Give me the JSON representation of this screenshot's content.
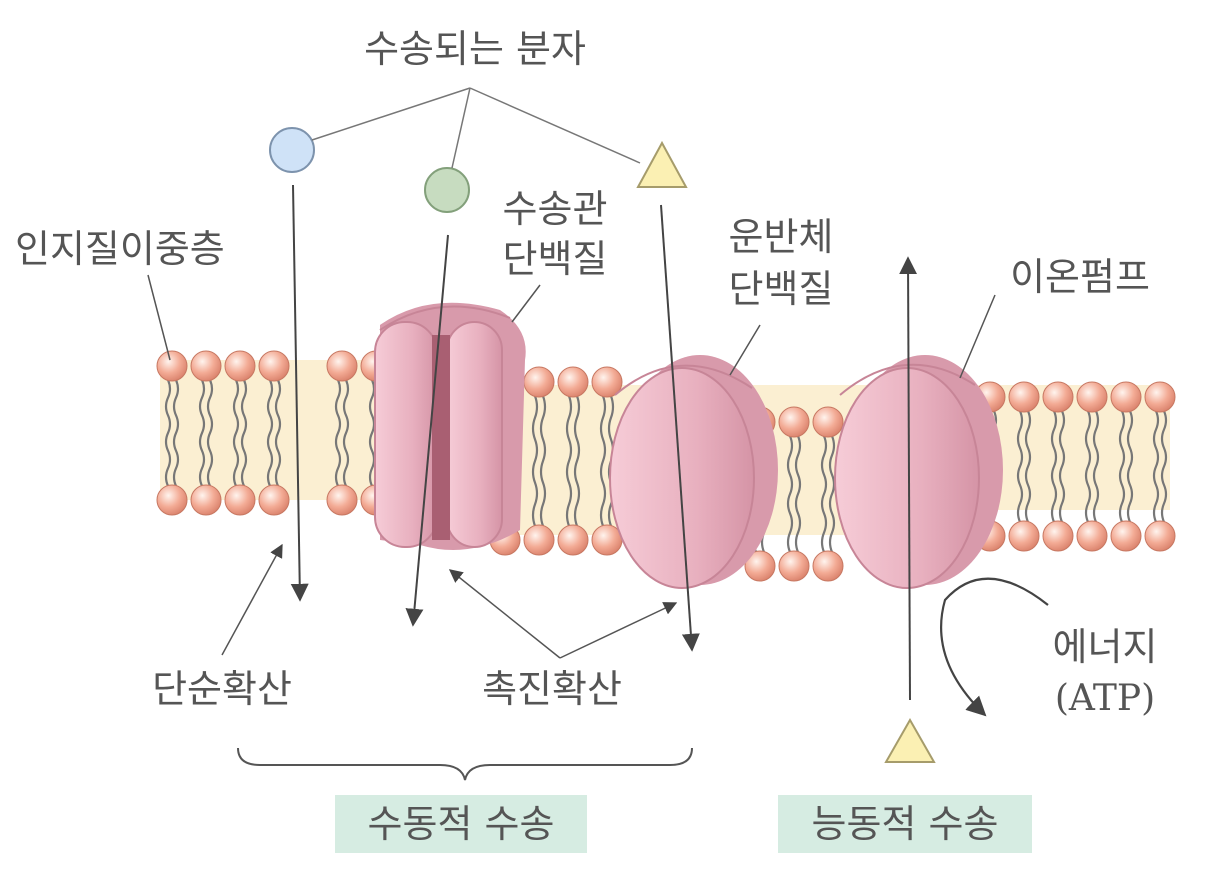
{
  "labels": {
    "transported_molecules": "수송되는 분자",
    "phospholipid_bilayer": "인지질이중층",
    "channel_protein": [
      "수송관",
      "단백질"
    ],
    "carrier_protein": [
      "운반체",
      "단백질"
    ],
    "ion_pump": "이온펌프",
    "simple_diffusion": "단순확산",
    "facilitated_diffusion": "촉진확산",
    "energy": [
      "에너지",
      "(ATP)"
    ]
  },
  "boxes": {
    "passive_transport": "수동적 수송",
    "active_transport": "능동적 수송"
  },
  "colors": {
    "membrane_fill": "#fbefd2",
    "lipid_head": "#f2a48e",
    "protein": "#eab4c2",
    "protein_dark": "#b8707f",
    "molecule_blue": "#cfe2f7",
    "molecule_green": "#c7dcc0",
    "molecule_yellow": "#fbf0b3",
    "box_fill": "#d6ece2",
    "line": "#444444"
  }
}
